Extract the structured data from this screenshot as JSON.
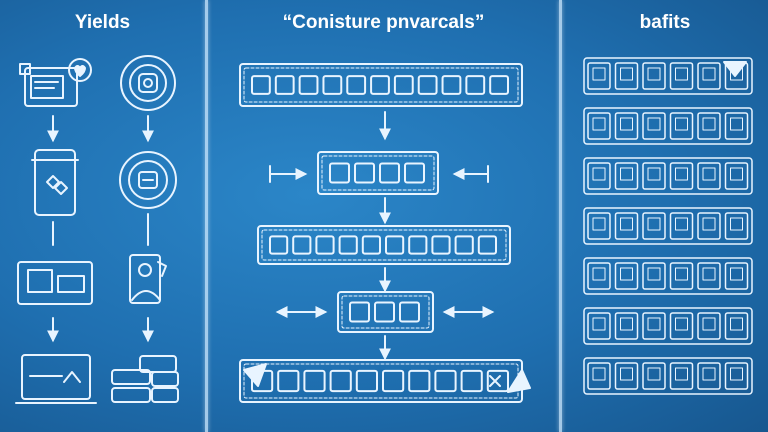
{
  "panels": {
    "left": {
      "title": "Yields"
    },
    "middle": {
      "title": "“Conisture pnvarcals”"
    },
    "right": {
      "title": "bafits"
    }
  },
  "colors": {
    "background": "#1f6fb0",
    "line": "#e8f4ff",
    "divider": "#d2ebff"
  },
  "icons": [
    "folder-icon",
    "heart-icon",
    "gear-icon",
    "person-icon",
    "tablet-icon",
    "robot-icon",
    "monitor-icon",
    "server-icon",
    "laptop-icon",
    "stack-icon"
  ],
  "right_grid": {
    "rows": 7,
    "columns": 6
  }
}
